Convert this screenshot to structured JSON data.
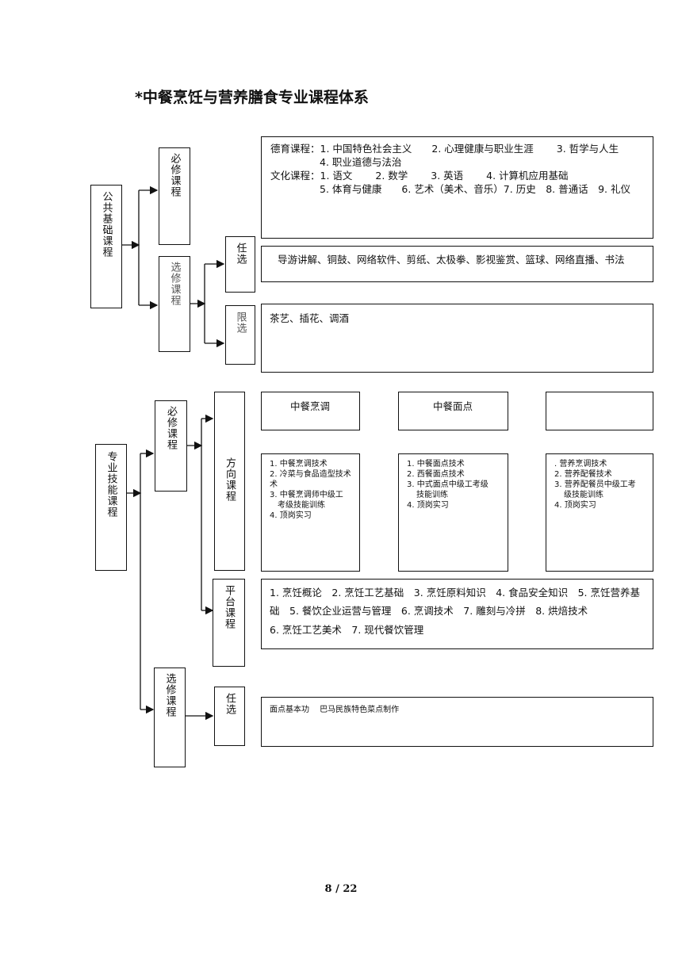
{
  "title": "*中餐烹饪与营养膳食专业课程体系",
  "public": {
    "root": "公共基础课程",
    "required": "必修课程",
    "elective": "选修课程",
    "free": "任选",
    "limited": "限选",
    "required_content": [
      "德育课程：1. 中国特色社会主义　　2. 心理健康与职业生涯　　 3. 哲学与人生",
      "4. 职业道德与法治",
      "文化课程：1.  语文　　 2. 数学　　 3. 英语　　 4. 计算机应用基础",
      "5. 体育与健康　　6. 艺术（美术、音乐）7. 历史　8. 普通话　9. 礼仪"
    ],
    "free_content": "导游讲解、铜鼓、网络软件、剪纸、太极拳、影视鉴赏、篮球、网络直播、书法",
    "limited_content": "茶艺、插花、调酒"
  },
  "professional": {
    "root": "专业技能课程",
    "required": "必修课程",
    "direction": "方向课程",
    "platform": "平台课程",
    "elective": "选修课程",
    "free": "任选",
    "direction_headers": [
      "中餐烹调",
      "中餐面点",
      ""
    ],
    "direction_lists": [
      [
        "1. 中餐烹调技术",
        "2. 冷菜与食品造型技术",
        "术",
        "3. 中餐烹调师中级工",
        "考级技能训练",
        "4.  顶岗实习"
      ],
      [
        "1. 中餐面点技术",
        "2. 西餐面点技术",
        "3. 中式面点中级工考级",
        "技能训练",
        "4.  顶岗实习"
      ],
      [
        ". 营养烹调技术",
        "2. 营养配餐技术",
        "3. 营养配餐员中级工考",
        "级技能训练",
        "4.  顶岗实习"
      ]
    ],
    "platform_content": [
      "1. 烹饪概论　2. 烹饪工艺基础　3. 烹饪原料知识　4. 食品安全知识　5. 烹饪营养基",
      "础　5. 餐饮企业运营与管理　6. 烹调技术　7. 雕刻与冷拼　8. 烘焙技术",
      "6. 烹饪工艺美术　7. 现代餐饮管理"
    ],
    "free_content": "面点基本功　 巴马民族特色菜点制作"
  },
  "page_number": "8 / 22"
}
